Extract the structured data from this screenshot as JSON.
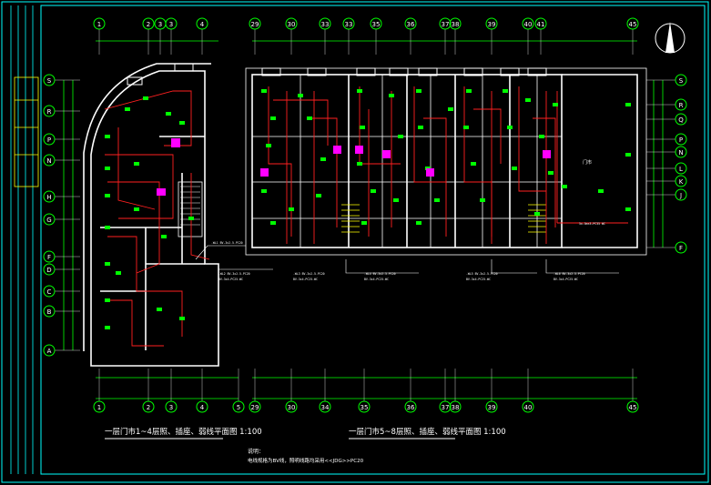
{
  "drawing": {
    "title_left": "一层门市1~4层照、插座、弱线平面图 1:100",
    "title_right": "一层门市5~8层照、插座、弱线平面图 1:100",
    "note_heading": "说明：",
    "note_text": "电线规格为BV线，照明线路均采用<<JDG>>PC20",
    "room_label": "门市"
  },
  "axes": {
    "top_left": [
      "1",
      "2",
      "3",
      "3",
      "4"
    ],
    "top_right": [
      "29",
      "30",
      "33",
      "33",
      "35",
      "36",
      "37",
      "38",
      "39",
      "40",
      "41",
      "45"
    ],
    "bottom_left": [
      "1",
      "2",
      "3",
      "4",
      "5"
    ],
    "bottom_right": [
      "29",
      "30",
      "34",
      "35",
      "36",
      "37",
      "38",
      "39",
      "40",
      "45"
    ],
    "left_rows": [
      "S",
      "R",
      "P",
      "N",
      "H",
      "G",
      "F",
      "D",
      "C",
      "B",
      "A"
    ],
    "right_rows": [
      "S",
      "R",
      "Q",
      "P",
      "N",
      "L",
      "K",
      "J",
      "F"
    ]
  },
  "icons": {
    "north_arrow": "north-arrow-icon"
  },
  "colors": {
    "background": "#000000",
    "frame": "#00ffff",
    "wall": "#ffffff",
    "wire": "#ff2020",
    "fixture": "#00ff00",
    "device": "#ff00ff",
    "stair": "#ffff00"
  }
}
